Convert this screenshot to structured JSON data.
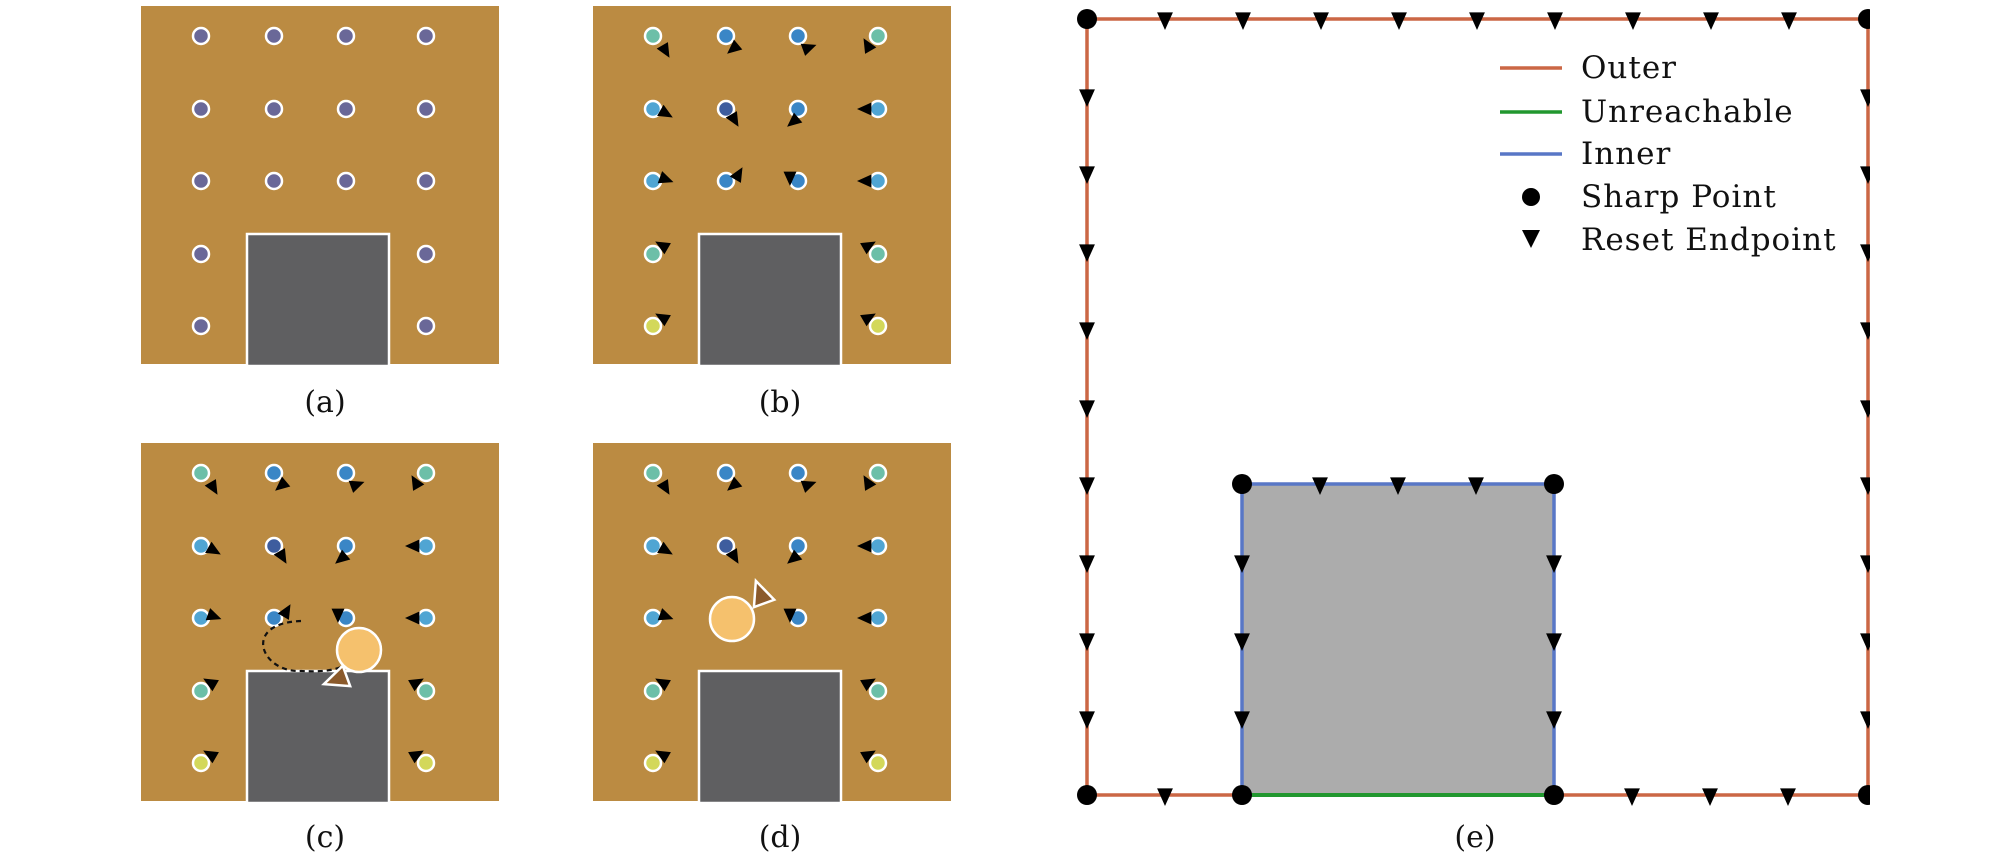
{
  "colors": {
    "field": "#bb8b42",
    "obstacle": "#5f5f61",
    "obstacle_light": "#acacac",
    "agent": "#f5c16d",
    "outer": "#cb6745",
    "unreachable": "#21972f",
    "inner": "#5877c6",
    "dot_purple": "#6a6898",
    "dot_teal": "#6cbfa8",
    "dot_blue": "#3a86c6",
    "dot_navy": "#3e5d9e",
    "dot_sky": "#50a5d3",
    "dot_yellow": "#d3d85a"
  },
  "panels": {
    "a": {
      "caption": "(a)"
    },
    "b": {
      "caption": "(b)"
    },
    "c": {
      "caption": "(c)"
    },
    "d": {
      "caption": "(d)"
    },
    "e": {
      "caption": "(e)"
    }
  },
  "legend": {
    "outer": "Outer",
    "unreachable": "Unreachable",
    "inner": "Inner",
    "sharp_point": "Sharp Point",
    "reset_endpoint": "Reset Endpoint"
  }
}
